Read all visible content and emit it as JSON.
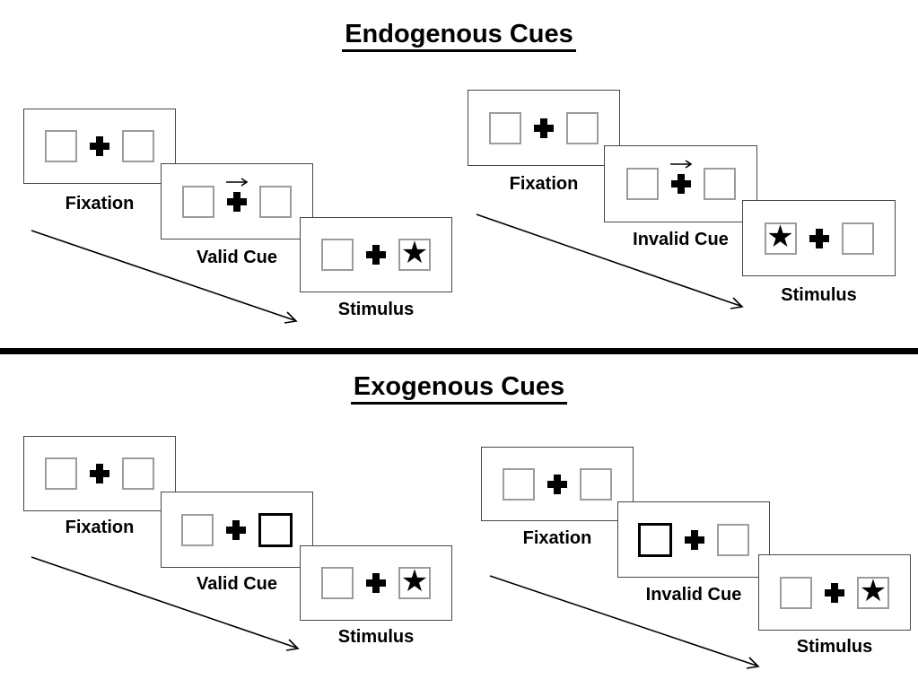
{
  "sections": [
    {
      "title": "Endogenous Cues",
      "cue_style": "central-arrow-above-fixation-cross",
      "trials": [
        {
          "name": "valid-trial",
          "panels": [
            {
              "label": "Fixation",
              "cue": "none",
              "star": "none"
            },
            {
              "label": "Valid Cue",
              "cue": "arrow-right",
              "star": "none"
            },
            {
              "label": "Stimulus",
              "cue": "none",
              "star": "right-box"
            }
          ]
        },
        {
          "name": "invalid-trial",
          "panels": [
            {
              "label": "Fixation",
              "cue": "none",
              "star": "none"
            },
            {
              "label": "Invalid Cue",
              "cue": "arrow-right",
              "star": "none"
            },
            {
              "label": "Stimulus",
              "cue": "none",
              "star": "left-box"
            }
          ]
        }
      ]
    },
    {
      "title": "Exogenous Cues",
      "cue_style": "peripheral-box-highlight",
      "trials": [
        {
          "name": "valid-trial",
          "panels": [
            {
              "label": "Fixation",
              "cue": "none",
              "star": "none"
            },
            {
              "label": "Valid Cue",
              "cue": "highlight-right-box",
              "star": "none"
            },
            {
              "label": "Stimulus",
              "cue": "none",
              "star": "right-box"
            }
          ]
        },
        {
          "name": "invalid-trial",
          "panels": [
            {
              "label": "Fixation",
              "cue": "none",
              "star": "none"
            },
            {
              "label": "Invalid Cue",
              "cue": "highlight-left-box",
              "star": "none"
            },
            {
              "label": "Stimulus",
              "cue": "none",
              "star": "right-box"
            }
          ]
        }
      ]
    }
  ],
  "glyphs": {
    "star": "★",
    "fixation_cross": "+",
    "cue_arrow": "→"
  },
  "colors": {
    "background": "#ffffff",
    "ink": "#000000",
    "panel_border": "#474747",
    "placeholder_box_border": "#9c9c9c"
  }
}
